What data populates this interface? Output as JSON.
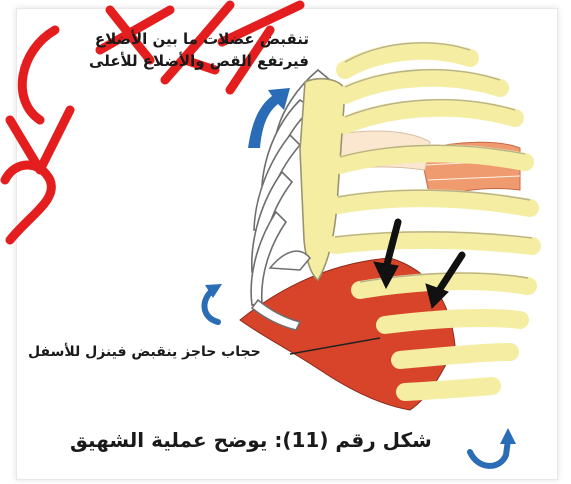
{
  "labels": {
    "ribs_line1": "تنقبض عضلات ما بين الأضلاع",
    "ribs_line2": "فيرتفع القص والأضلاع للأعلى",
    "diaphragm": "حجاب حاجز ينقبض فينزل للأسفل",
    "caption": "شكل رقم (11): يوضح عملية الشهيق"
  },
  "watermark": "CTFT",
  "colors": {
    "bone": "#f4eda2",
    "bone_stroke": "#b9b28a",
    "diaphragm": "#d8442a",
    "muscle": "#f09a70",
    "arrow_blue": "#2a6db6",
    "arrow_black": "#111111",
    "watermark": "#e41e1e"
  },
  "icons": [
    "arrow-up-icon",
    "arrow-curve-icon",
    "arrow-down-icon"
  ]
}
